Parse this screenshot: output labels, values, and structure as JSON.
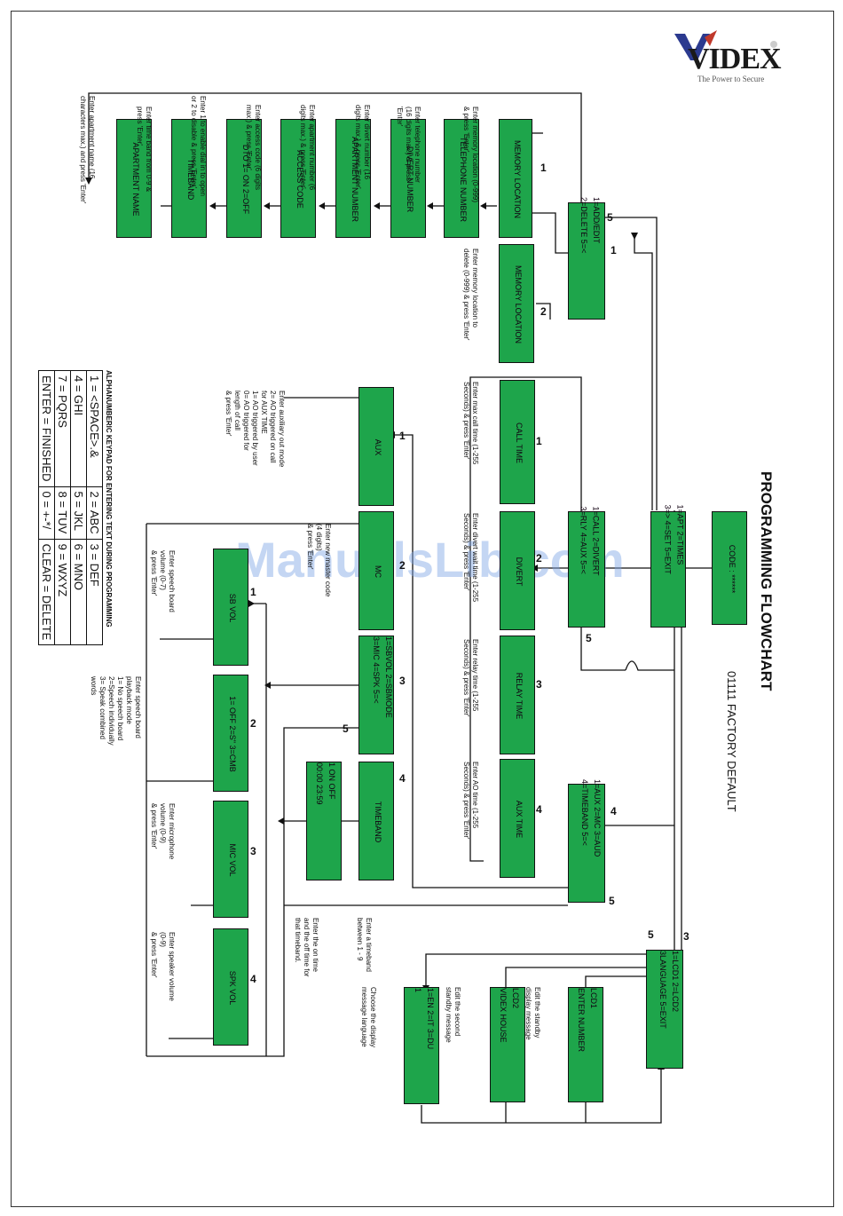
{
  "header": {
    "title": "PROGRAMMING FLOWCHART",
    "factory_default": "01111 FACTORY DEFAULT",
    "brand": "VIDEX",
    "tagline": "The Power to Secure"
  },
  "watermark": "ManualsLib.com",
  "boxes": {
    "code": "CODE : ******",
    "main_menu_1": "1=APT    2=TIMES",
    "main_menu_2": "3=>  4=SET    5=EXIT",
    "apt_menu_1": "1=ADD/EDIT",
    "apt_menu_2": "2=DELETE          5=<",
    "mem_loc_add": "MEMORY LOCATION",
    "tel_number": "TELEPHONE NUMBER",
    "divert_number": "DIVERT NUMBER",
    "apartment_number": "APARTMENT NUMBER",
    "access_code": "ACCESS CODE",
    "dto": "DTO    1= ON    2=OFF",
    "timeband": "TIMEBAND",
    "apartment_name": "APARTMENT NAME",
    "mem_loc_delete": "MEMORY LOCATION",
    "times_menu_1": "1=CALL    2=DIVERT",
    "times_menu_2": "3=RLY    4=AUX      5=<",
    "call_time": "CALL TIME",
    "divert_time": "DIVERT",
    "relay_time": "RELAY TIME",
    "aux_time": "AUX TIME",
    "set_menu_1": "1=AUX   2=MC   3=AUD",
    "set_menu_2": "4=TIMEBAND          5=<",
    "aux": "AUX",
    "mc": "MC",
    "aud_menu_1": "1=SBVOL   2=SBMODE",
    "aud_menu_2": "3=MIC    4=SPK       5=<",
    "timeband_set": "TIMEBAND",
    "timeband_vals_1": "1       ON          OFF",
    "timeband_vals_2": "00:00              23:59",
    "sb_vol": "SB VOL",
    "sb_mode": "1= OFF  2=S\"  3=CMB",
    "mic_vol": "MIC VOL",
    "spk_vol": "SPK VOL",
    "lcd_menu_1": "1=LCD1       2=LCD2",
    "lcd_menu_2": "3LANGUAGE    5=EXIT",
    "lcd1_1": "LCD1",
    "lcd1_2": "ENTER NUMBER",
    "lcd2_1": "LCD2",
    "lcd2_2": "VIDEX HOUSE",
    "lang_1": "1=EN  2=IT  3=DU",
    "lang_2": "1"
  },
  "notes": {
    "mem_loc_add": [
      "Enter memory location (0-999)",
      "& press 'Enter'"
    ],
    "tel_number": [
      "Enter telephone number",
      "(16 digits max.) & press",
      "'Enter'"
    ],
    "divert_number": [
      "Enter divert number (16",
      "digits max.) & press 'Enter'"
    ],
    "apartment_number": [
      "Enter apartment number (6",
      "digits max.) & press 'Enter'"
    ],
    "access_code": [
      "Enter access code (6 digits",
      "max.) & press 'Enter'"
    ],
    "dto": [
      "Enter 1 to enable dial in to open",
      "or 2 to disable & press 'Enter'"
    ],
    "timeband": [
      "Enter time band from 0-9 &",
      "press 'Enter'"
    ],
    "apartment_name": [
      "Enter apartment name (16",
      "characters max.) and press 'Enter'"
    ],
    "mem_loc_delete": [
      "Enter memory location to",
      "delete (0-999) & press 'Enter'"
    ],
    "call_time": [
      "Enter max call time (1-255",
      "Seconds) & press 'Enter'"
    ],
    "divert_time": [
      "Enter divert wait time (1-255",
      "Seconds) & press 'Enter'"
    ],
    "relay_time": [
      "Enter relay time (1-255",
      "Seconds) & press 'Enter'"
    ],
    "aux_time": [
      "Enter AO time (1-255",
      "Seconds) & press 'Enter'"
    ],
    "aux": [
      "Enter auxiliary out mode",
      "2= AO triggered on call",
      "for AUX TIME",
      "1= AO triggered by user",
      "0= AO triggered for",
      "length of call",
      "& press 'Enter'"
    ],
    "mc": [
      "Enter new master code",
      "(4 digits)",
      "& press 'Enter'"
    ],
    "sb_vol": [
      "Enter speech board",
      "volume (0-7)",
      "& press 'Enter'"
    ],
    "sb_mode": [
      "Enter speech board",
      "playback mode",
      "1= No speech board",
      "2=Speech individually",
      "3= Speak combined",
      "words"
    ],
    "mic_vol": [
      "Enter microphone",
      "volume (0-9)",
      "& press 'Enter'"
    ],
    "spk_vol": [
      "Enter speaker volume",
      "(0-9)",
      "& press 'Enter'"
    ],
    "timeband_a": [
      "Enter a timeband",
      "between 1 - 9"
    ],
    "timeband_b": [
      "Enter the on time",
      "and the off time for",
      "that timeband."
    ],
    "lcd1": [
      "Edit the standby",
      "display message"
    ],
    "lcd2": [
      "Edit the second",
      "standby message"
    ],
    "lang": [
      "Choose the display",
      "message language"
    ]
  },
  "numbers": {
    "n1": "1",
    "n2": "2",
    "n3": "3",
    "n4": "4",
    "n5": "5"
  },
  "keypad": {
    "title": "ALPHANUMBERIC KEYPAD FOR ENTERING TEXT DURING PROGRAMMING",
    "rows": [
      [
        "1 = <SPACE>.&",
        "2 = ABC",
        "3 = DEF"
      ],
      [
        "4 = GHI",
        "5 = JKL",
        "6 = MNO"
      ],
      [
        "7 = PQRS",
        "8 = TUV",
        "9 = WXYZ"
      ],
      [
        "ENTER = FINISHED",
        "0 = +-*/",
        "CLEAR = DELETE"
      ]
    ]
  }
}
